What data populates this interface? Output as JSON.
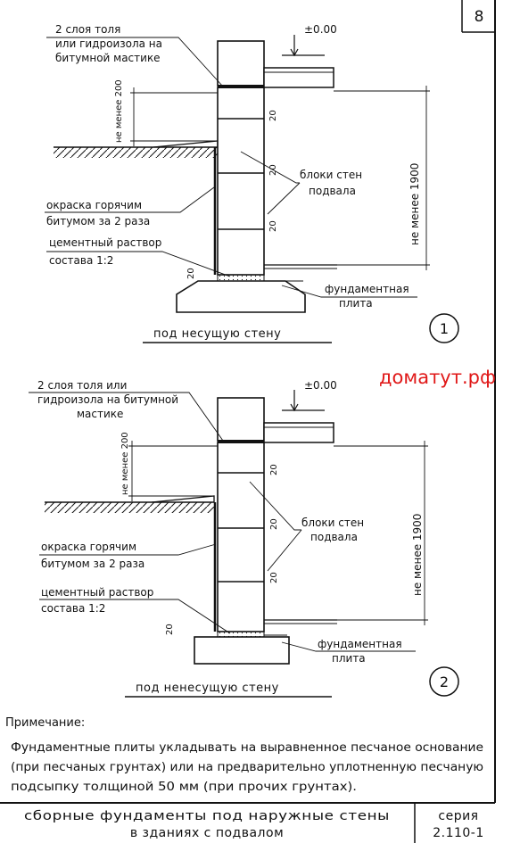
{
  "sheet": {
    "page_number": "8",
    "watermark": "доматут.рф"
  },
  "detail1": {
    "level_mark": "±0.00",
    "waterproofing": [
      "2 слоя толя",
      "или гидроизола на",
      "битумной мастике"
    ],
    "min_height_200": "не менее 200",
    "min_height_1900": "не менее 1900",
    "blocks": [
      "блоки стен",
      "подвала"
    ],
    "paint": [
      "окраска горячим",
      "битумом за 2 раза"
    ],
    "mortar": [
      "цементный раствор",
      "состава 1:2"
    ],
    "dim20": "20",
    "slab": [
      "фундаментная",
      "плита"
    ],
    "caption": "под несущую стену",
    "number": "1"
  },
  "detail2": {
    "level_mark": "±0.00",
    "waterproofing": [
      "2 слоя толя  или",
      "гидроизола на битумной",
      "мастике"
    ],
    "min_height_200": "не менее 200",
    "min_height_1900": "не менее 1900",
    "blocks": [
      "блоки стен",
      "подвала"
    ],
    "paint": [
      "окраска горячим",
      "битумом за 2 раза"
    ],
    "mortar": [
      "цементный раствор",
      "состава 1:2"
    ],
    "dim20": "20",
    "slab": [
      "фундаментная",
      "плита"
    ],
    "caption": "под ненесущую стену",
    "number": "2"
  },
  "note": {
    "heading": "Примечание:",
    "lines": [
      "Фундаментные плиты укладывать на выравненное песчаное основание",
      "(при песчаных грунтах) или на предварительно уплотненную песчаную",
      "подсыпку толщиной  50 мм (при прочих грунтах)."
    ]
  },
  "title_block": {
    "title_lines": [
      "сборные фундаменты под наружные стены",
      "в зданиях с подвалом"
    ],
    "series_label": "серия",
    "series_number": "2.110-1"
  }
}
